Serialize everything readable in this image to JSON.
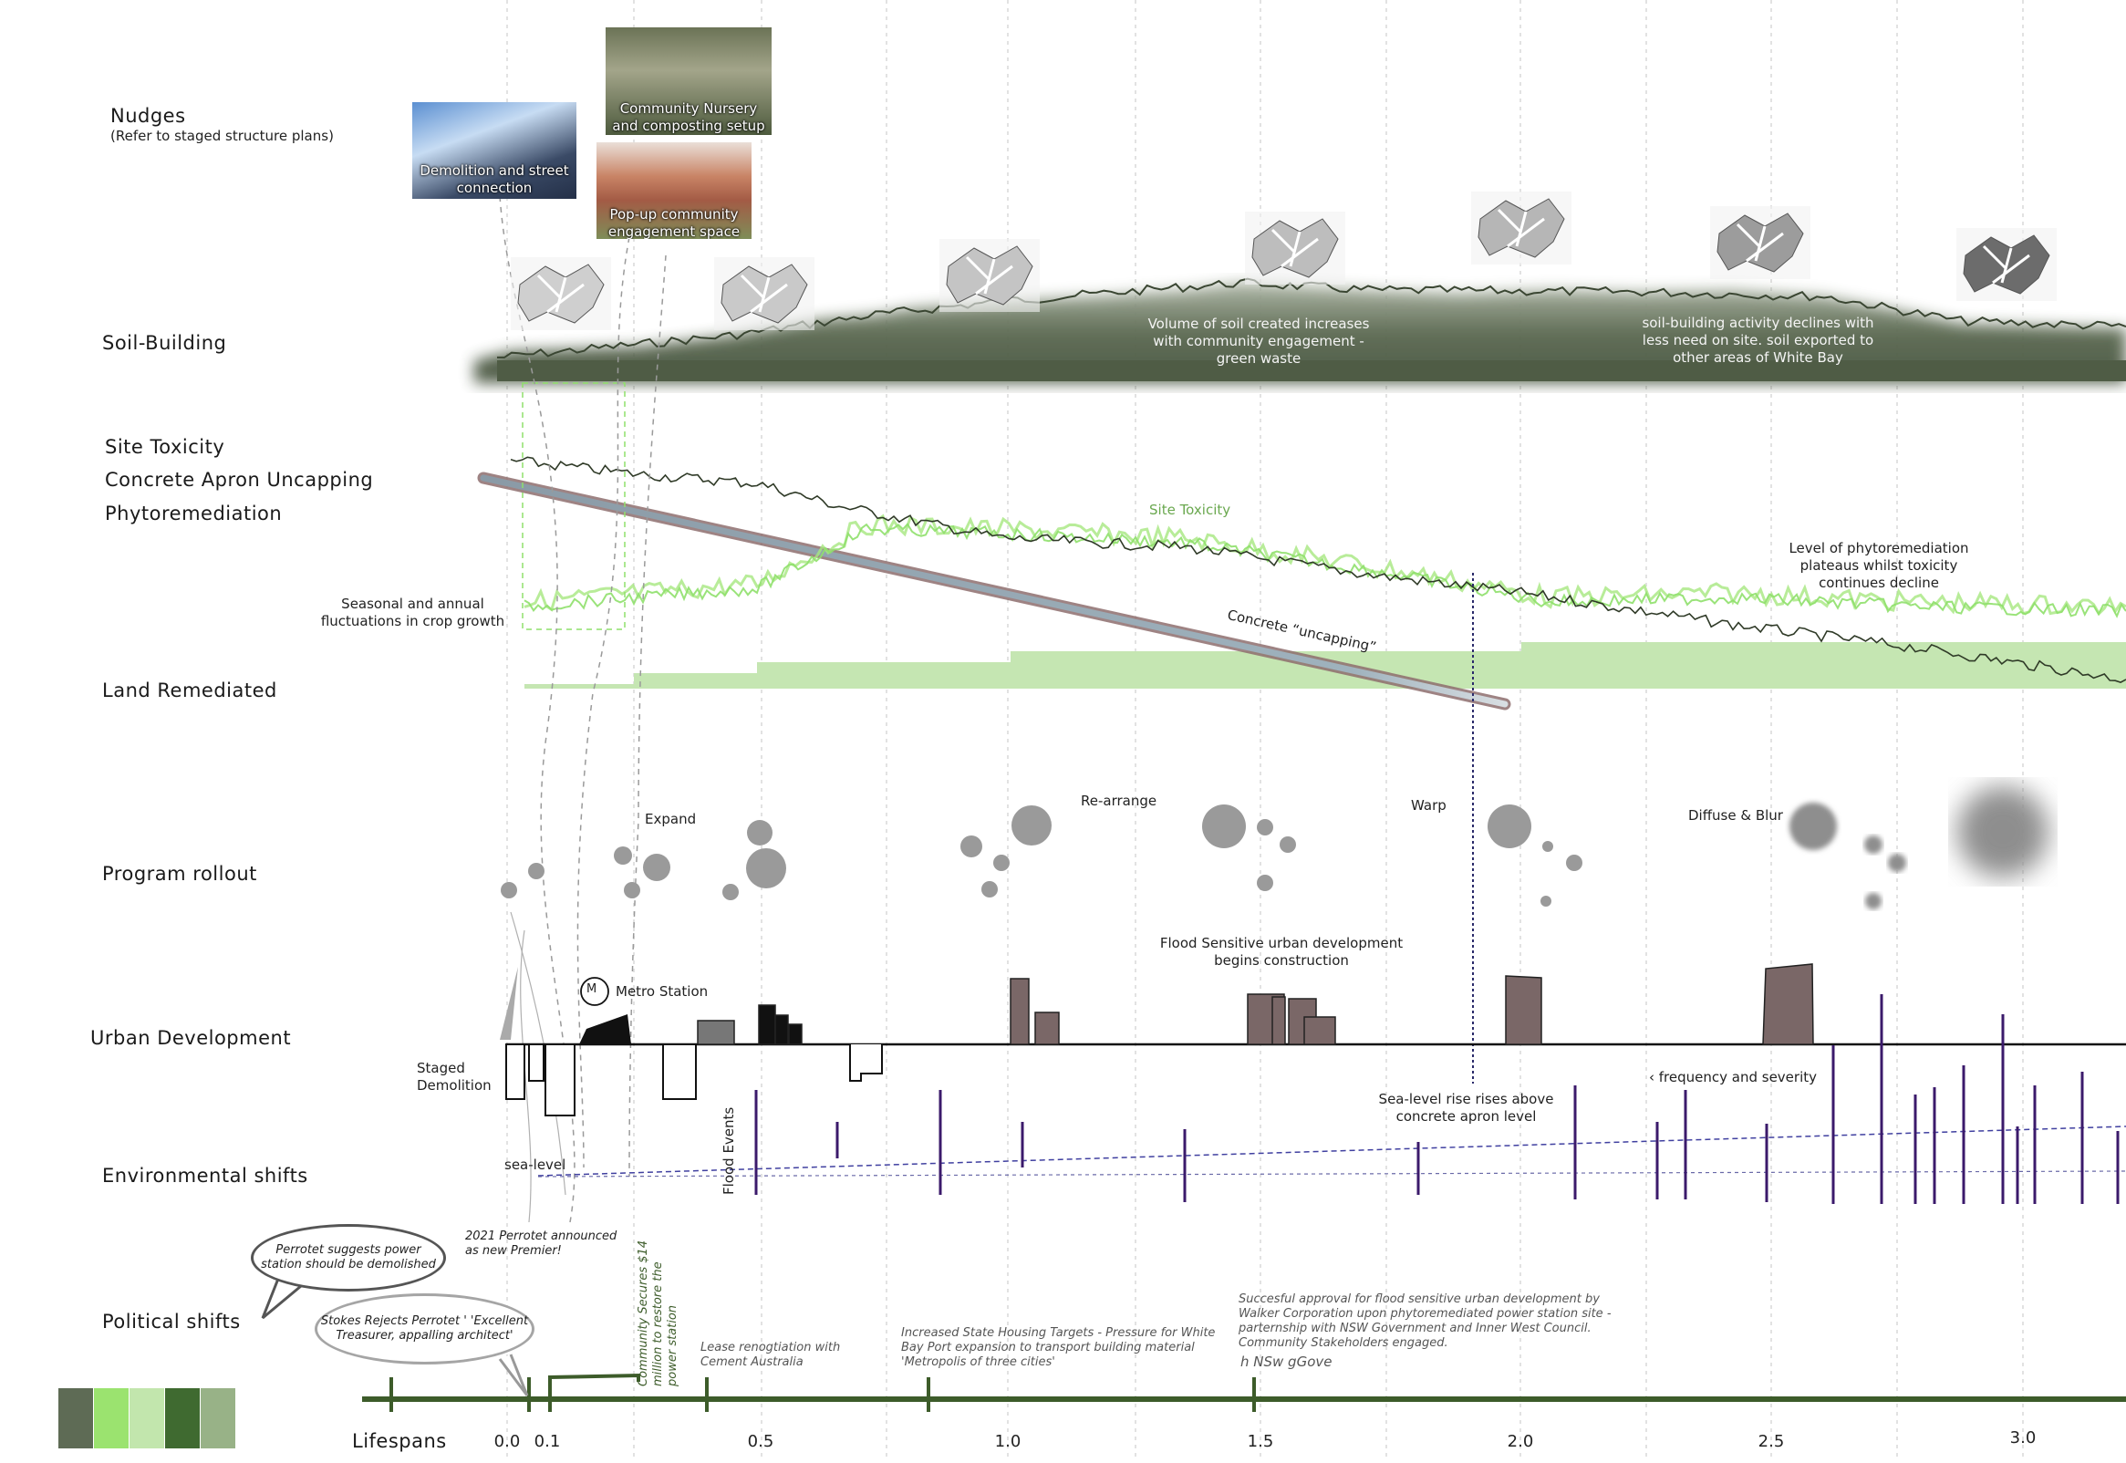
{
  "rows": {
    "nudges": "Nudges",
    "nudges_sub": "(Refer to staged structure plans)",
    "soil": "Soil-Building",
    "toxicity": "Site Toxicity",
    "apron": "Concrete Apron Uncapping",
    "phyto": "Phytoremediation",
    "land": "Land Remediated",
    "program": "Program rollout",
    "urban": "Urban Development",
    "env": "Environmental shifts",
    "political": "Political shifts",
    "lifespans": "Lifespans"
  },
  "nudges": [
    {
      "label": "Demolition and street connection"
    },
    {
      "label": "Community Nursery and composting setup"
    },
    {
      "label": "Pop-up community engagement space"
    }
  ],
  "soil_notes": {
    "volume": "Volume of soil created increases with community engagement - green waste",
    "declines": "soil-building activity declines with less need on site. soil exported to other areas of White Bay"
  },
  "remediation": {
    "site_toxicity": "Site Toxicity",
    "seasonal": "Seasonal and annual fluctuations in crop growth",
    "uncapping": "Concrete “uncapping”",
    "plateau": "Level of phytoremediation plateaus whilst toxicity continues decline"
  },
  "program": {
    "expand": "Expand",
    "rearrange": "Re-arrange",
    "warp": "Warp",
    "diffuse": "Diffuse & Blur"
  },
  "urban": {
    "metro_symbol": "M",
    "metro": "Metro Station",
    "flood_dev": "Flood Sensitive urban development begins construction",
    "staged_demolition": "Staged Demolition"
  },
  "environment": {
    "sea_level": "sea-level",
    "flood_events": "Flood Events",
    "sea_rise": "Sea-level rise rises above concrete apron level",
    "frequency": "‹ frequency and severity"
  },
  "political": {
    "bubble1": "Perrotet suggests power station should be demolished",
    "bubble2": "Stokes Rejects Perrotet ' 'Excellent Treasurer, appalling architect'",
    "premier": "2021 Perrotet announced as new Premier!",
    "community": "Community Secures $14 million to restore the power station",
    "lease": "Lease renogtiation with Cement Australia",
    "housing": "Increased State Housing Targets - Pressure for White Bay Port expansion to transport building material 'Metropolis of three cities'",
    "approval": "Succesful approval for flood sensitive urban development by Walker Corporation upon phytoremediated power station site - parternship with NSW Government and Inner West Council. Community Stakeholders engaged.",
    "nsw": "h NSw gGove"
  },
  "axis": {
    "ticks": [
      "0.0",
      "0.1",
      "0.5",
      "1.0",
      "1.5",
      "2.0",
      "2.5",
      "3.0"
    ]
  },
  "palette": [
    "#5e6b55",
    "#9be36f",
    "#c2e6ad",
    "#3f6a30",
    "#98b287"
  ],
  "colors": {
    "soil_dark": "#4f5c45",
    "phyto_green": "#8fe06b",
    "land_green": "#c5e6b2",
    "building": "#7a6767",
    "flood": "#3b1a6b",
    "timeline": "#3d5c2a",
    "program_grey": "#9a9a9a"
  }
}
